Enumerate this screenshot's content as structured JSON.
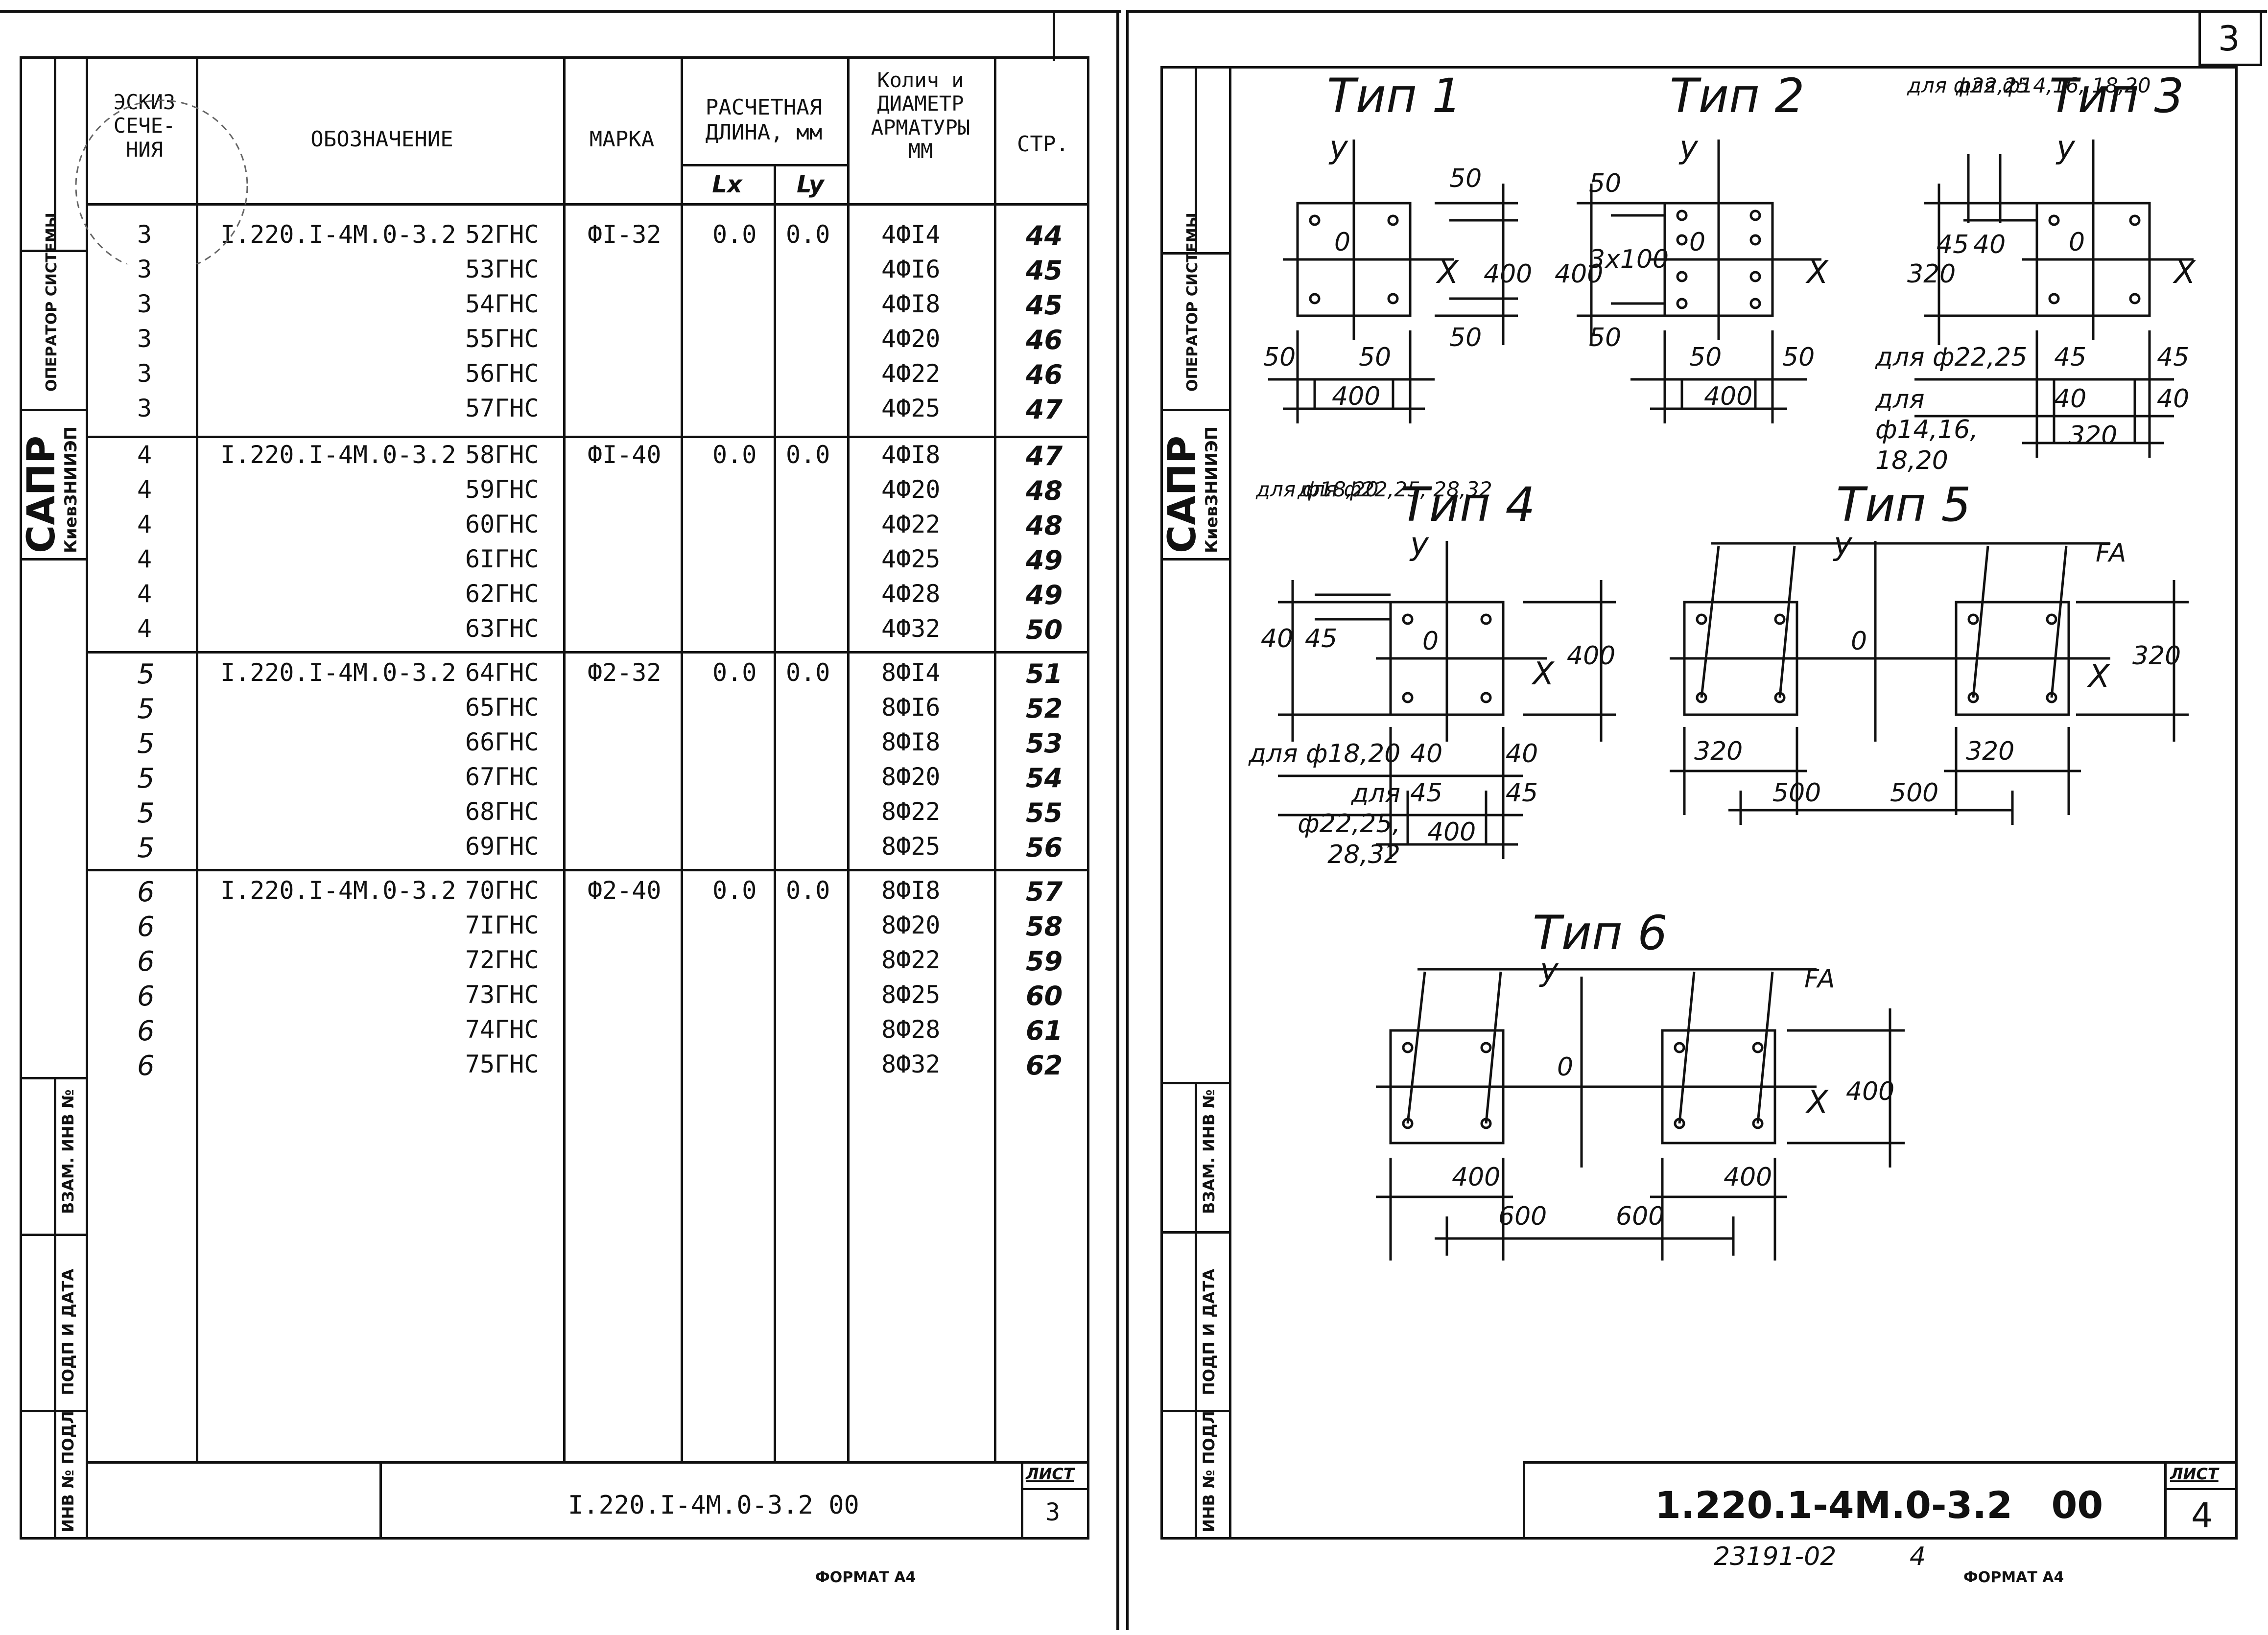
{
  "left_sheet": {
    "headers": {
      "sketch": "ЭСКИЗ СЕЧЕ- НИЯ",
      "designation": "ОБОЗНАЧЕНИЕ",
      "mark": "МАРКА",
      "length": "РАСЧЕТНАЯ ДЛИНА, мм",
      "lx": "Lx",
      "ly": "Ly",
      "qty": "Колич и ДИАМЕТР АРМАТУРЫ ММ",
      "page": "СТР."
    },
    "side_labels": {
      "operator": "ОПЕРАТОР СИСТЕМЫ",
      "sapr": "САПР",
      "org": "КиевЗНИИЭП",
      "vzam": "ВЗАМ. ИНВ №",
      "podp": "ПОДП И ДАТА",
      "inv": "ИНВ № ПОДЛ"
    },
    "groups": [
      {
        "designation": "I.220.I-4M.0-3.2",
        "mark": "ФI-32",
        "lx": "0.0",
        "ly": "0.0",
        "rows": [
          {
            "sketch": "3",
            "code": "52ГНС",
            "qty": "4ФI4",
            "page": "44"
          },
          {
            "sketch": "3",
            "code": "53ГНС",
            "qty": "4ФI6",
            "page": "45"
          },
          {
            "sketch": "3",
            "code": "54ГНС",
            "qty": "4ФI8",
            "page": "45"
          },
          {
            "sketch": "3",
            "code": "55ГНС",
            "qty": "4Ф20",
            "page": "46"
          },
          {
            "sketch": "3",
            "code": "56ГНС",
            "qty": "4Ф22",
            "page": "46"
          },
          {
            "sketch": "3",
            "code": "57ГНС",
            "qty": "4Ф25",
            "page": "47"
          }
        ]
      },
      {
        "designation": "I.220.I-4M.0-3.2",
        "mark": "ФI-40",
        "lx": "0.0",
        "ly": "0.0",
        "rows": [
          {
            "sketch": "4",
            "code": "58ГНС",
            "qty": "4ФI8",
            "page": "47"
          },
          {
            "sketch": "4",
            "code": "59ГНС",
            "qty": "4Ф20",
            "page": "48"
          },
          {
            "sketch": "4",
            "code": "60ГНС",
            "qty": "4Ф22",
            "page": "48"
          },
          {
            "sketch": "4",
            "code": "6IГНС",
            "qty": "4Ф25",
            "page": "49"
          },
          {
            "sketch": "4",
            "code": "62ГНС",
            "qty": "4Ф28",
            "page": "49"
          },
          {
            "sketch": "4",
            "code": "63ГНС",
            "qty": "4Ф32",
            "page": "50"
          }
        ]
      },
      {
        "designation": "I.220.I-4M.0-3.2",
        "mark": "Ф2-32",
        "lx": "0.0",
        "ly": "0.0",
        "rows": [
          {
            "sketch": "5",
            "code": "64ГНС",
            "qty": "8ФI4",
            "page": "51"
          },
          {
            "sketch": "5",
            "code": "65ГНС",
            "qty": "8ФI6",
            "page": "52"
          },
          {
            "sketch": "5",
            "code": "66ГНС",
            "qty": "8ФI8",
            "page": "53"
          },
          {
            "sketch": "5",
            "code": "67ГНС",
            "qty": "8Ф20",
            "page": "54"
          },
          {
            "sketch": "5",
            "code": "68ГНС",
            "qty": "8Ф22",
            "page": "55"
          },
          {
            "sketch": "5",
            "code": "69ГНС",
            "qty": "8Ф25",
            "page": "56"
          }
        ]
      },
      {
        "designation": "I.220.I-4M.0-3.2",
        "mark": "Ф2-40",
        "lx": "0.0",
        "ly": "0.0",
        "rows": [
          {
            "sketch": "6",
            "code": "70ГНС",
            "qty": "8ФI8",
            "page": "57"
          },
          {
            "sketch": "6",
            "code": "7IГНС",
            "qty": "8Ф20",
            "page": "58"
          },
          {
            "sketch": "6",
            "code": "72ГНС",
            "qty": "8Ф22",
            "page": "59"
          },
          {
            "sketch": "6",
            "code": "73ГНС",
            "qty": "8Ф25",
            "page": "60"
          },
          {
            "sketch": "6",
            "code": "74ГНС",
            "qty": "8Ф28",
            "page": "61"
          },
          {
            "sketch": "6",
            "code": "75ГНС",
            "qty": "8Ф32",
            "page": "62"
          }
        ]
      }
    ],
    "footer": {
      "code": "I.220.I-4M.0-3.2 00",
      "sheet_label": "ЛИСТ",
      "sheet_number": "3",
      "format": "ФОРМАТ А4"
    }
  },
  "right_sheet": {
    "page_corner": "3",
    "types": {
      "t1": "Тип 1",
      "t2": "Тип 2",
      "t3": "Тип 3",
      "t4": "Тип 4",
      "t5": "Тип 5",
      "t6": "Тип 6"
    },
    "axis": {
      "x": "X",
      "y": "y",
      "origin": "0",
      "fa": "FA"
    },
    "dims": {
      "t1": {
        "a": "50",
        "b": "50",
        "c": "400",
        "d": "50",
        "e": "400",
        "f": "50"
      },
      "t2": {
        "a": "50",
        "b": "3x100",
        "c": "400",
        "d": "50",
        "e": "50",
        "f": "50",
        "g": "400"
      },
      "t3": {
        "a": "для ф22,25",
        "b": "для ф14,16, 18,20",
        "c": "320",
        "d": "45",
        "e": "40",
        "f": "для ф22,25",
        "g": "45",
        "h": "45",
        "i": "для ф14,16, 18,20",
        "j": "40",
        "k": "40",
        "l": "320"
      },
      "t4": {
        "a": "для ф18,20",
        "b": "для ф22,25, 28,32",
        "c": "40",
        "d": "45",
        "e": "400",
        "f": "для ф18,20",
        "g": "40",
        "h": "40",
        "i": "для ф22,25, 28,32",
        "j": "45",
        "k": "45",
        "l": "400"
      },
      "t5": {
        "a": "320",
        "b": "320",
        "c": "320",
        "d": "500",
        "e": "500"
      },
      "t6": {
        "a": "400",
        "b": "400",
        "c": "400",
        "d": "600",
        "e": "600"
      }
    },
    "side_labels": {
      "operator": "ОПЕРАТОР СИСТЕМЫ",
      "sapr": "САПР",
      "org": "КиевЗНИИЭП",
      "vzam": "ВЗАМ. ИНВ №",
      "podp": "ПОДП И ДАТА",
      "inv": "ИНВ № ПОДЛ"
    },
    "footer": {
      "code": "1.220.1-4M.0-3.2   00",
      "sheet_label": "ЛИСТ",
      "sheet_number": "4",
      "stamp": "23191-02",
      "stamp_num": "4",
      "format": "ФОРМАТ А4"
    }
  }
}
